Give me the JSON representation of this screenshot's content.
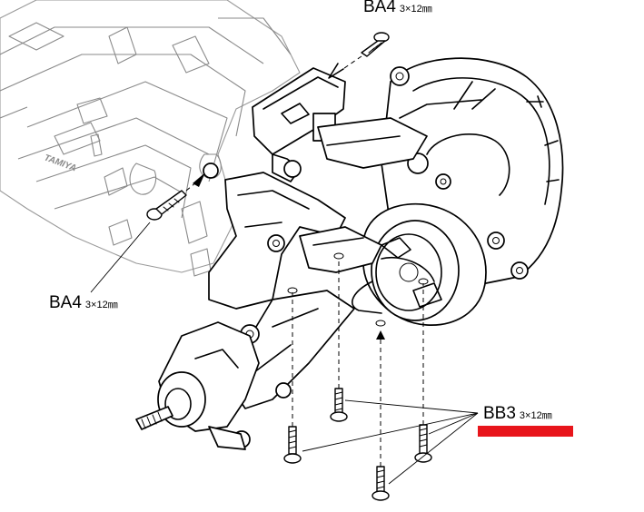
{
  "labels": {
    "top": {
      "code": "BA4",
      "size": "3×12㎜"
    },
    "left": {
      "code": "BA4",
      "size": "3×12㎜"
    },
    "right": {
      "code": "BB3",
      "size": "3×12㎜"
    }
  },
  "chassis_logo": "TAMIYA",
  "colors": {
    "highlight": "#e8151b",
    "line": "#000000",
    "ghost": "#8a8a8a"
  }
}
